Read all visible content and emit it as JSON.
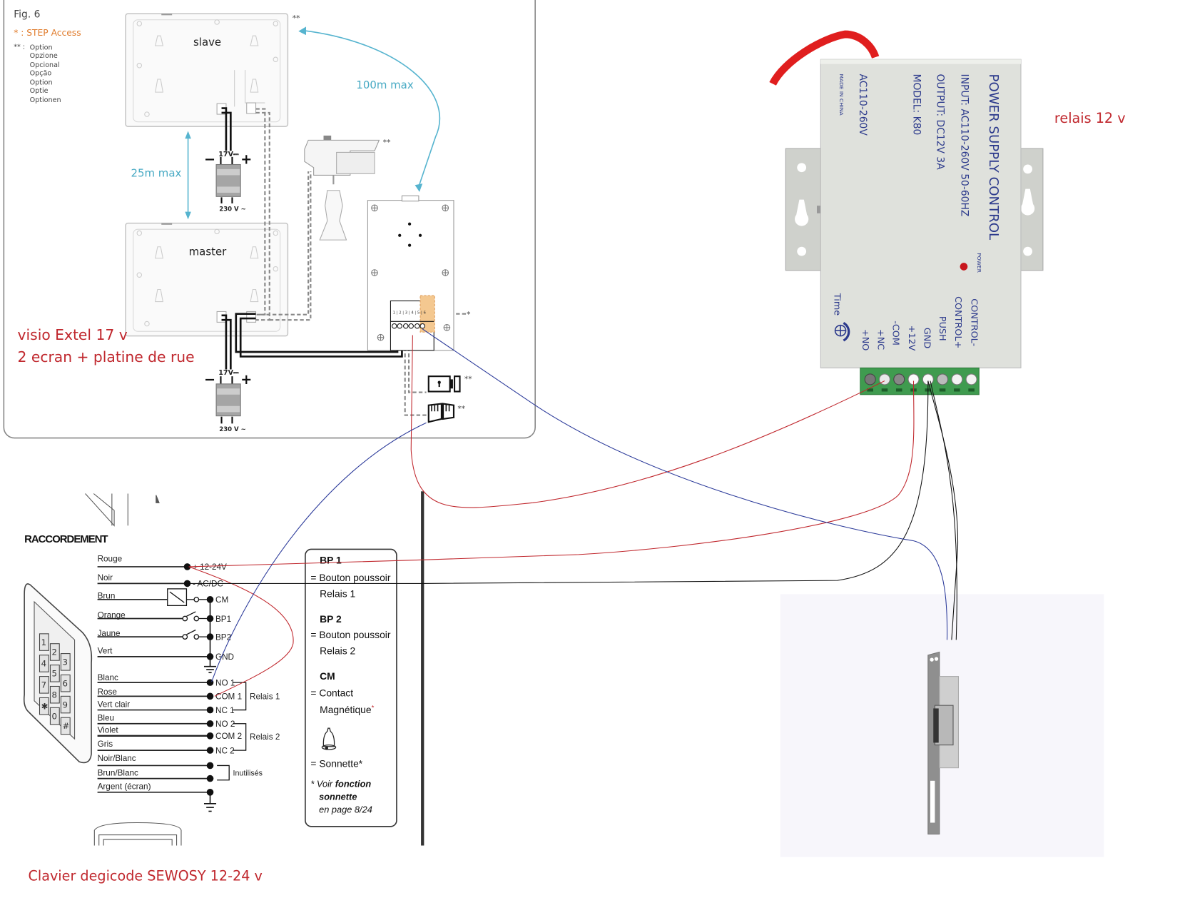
{
  "top_panel": {
    "figure_label": "Fig. 6",
    "legend_star": "* : STEP Access",
    "legend_double_star_prefix": "** :",
    "legend_option_words": [
      "Option",
      "Opzione",
      "Opcional",
      "Opção",
      "Option",
      "Optie",
      "Optionen"
    ],
    "slave_label": "slave",
    "master_label": "master",
    "distance_slave_master": "25m max",
    "distance_camera": "100m max",
    "psu_top_voltage": "17V⎓",
    "psu_bottom_voltage": "230 V ~",
    "minus_sign": "−",
    "plus_sign": "+",
    "option_marker": "**",
    "access_marker": "*",
    "terminal_numbers": "1 | 2 | 3 | 4 | 5 | 6",
    "annotation_line1": "visio Extel 17 v",
    "annotation_line2": "2 ecran + platine de rue"
  },
  "relay_panel": {
    "annotation": "relais 12 v",
    "device_title": "POWER SUPPLY CONTROL",
    "input_spec": "INPUT: AC110-260V 50-60HZ",
    "output_spec": "OUTPUT: DC12V 3A",
    "model": "MODEL: K80",
    "ac_range": "AC110-260V",
    "made_in": "MADE IN CHINA",
    "power_led_label": "POWER",
    "time_label": "Time",
    "terminals": [
      "CONTROL-",
      "CONTROL+",
      "PUSH",
      "GND",
      "+12V",
      "-COM",
      "+NC",
      "+NO"
    ],
    "colors": {
      "led": "#c8161d",
      "terminal_block": "#3f9b4f",
      "housing": "#dfe1dc"
    }
  },
  "keypad_panel": {
    "section_title": "RACCORDEMENT",
    "wires": [
      {
        "color_name": "Rouge",
        "terminal": "+ 12-24V"
      },
      {
        "color_name": "Noir",
        "terminal": "- AC/DC"
      },
      {
        "color_name": "Brun",
        "terminal": "CM"
      },
      {
        "color_name": "Orange",
        "terminal": "BP1"
      },
      {
        "color_name": "Jaune",
        "terminal": "BP2"
      },
      {
        "color_name": "Vert",
        "terminal": "GND"
      },
      {
        "color_name": "Blanc",
        "terminal": "NO 1"
      },
      {
        "color_name": "Rose",
        "terminal": "COM 1"
      },
      {
        "color_name": "Vert clair",
        "terminal": "NC 1"
      },
      {
        "color_name": "Bleu",
        "terminal": "NO 2"
      },
      {
        "color_name": "Violet",
        "terminal": "COM 2"
      },
      {
        "color_name": "Gris",
        "terminal": "NC 2"
      },
      {
        "color_name": "Noir/Blanc",
        "terminal": ""
      },
      {
        "color_name": "Brun/Blanc",
        "terminal": ""
      },
      {
        "color_name": "Argent (écran)",
        "terminal": ""
      }
    ],
    "group_relais1": "Relais 1",
    "group_relais2": "Relais 2",
    "group_unused": "Inutilisés",
    "keys": [
      "1",
      "2",
      "3",
      "4",
      "5",
      "6",
      "7",
      "8",
      "9",
      "✱",
      "0",
      "#"
    ],
    "legend_box": {
      "bp1_title": "BP 1",
      "bp1_desc_1": "= Bouton poussoir",
      "bp1_desc_2": "Relais 1",
      "bp2_title": "BP 2",
      "bp2_desc_1": "= Bouton poussoir",
      "bp2_desc_2": "Relais 2",
      "cm_title": "CM",
      "cm_desc_1": "= Contact",
      "cm_desc_2": "Magnétique",
      "cm_asterisk": "*",
      "bell_desc": "= Sonnette*",
      "note_prefix": "* Voir ",
      "note_bold": "fonction",
      "note_bold2": "sonnette",
      "note_page": "en page 8/24"
    },
    "annotation": "Clavier degicode SEWOSY 12-24 v"
  },
  "wire_colors": {
    "red": "#c0272d",
    "black": "#111111",
    "blue": "#2b3a9a",
    "teal_arrow": "#56b4cf"
  }
}
